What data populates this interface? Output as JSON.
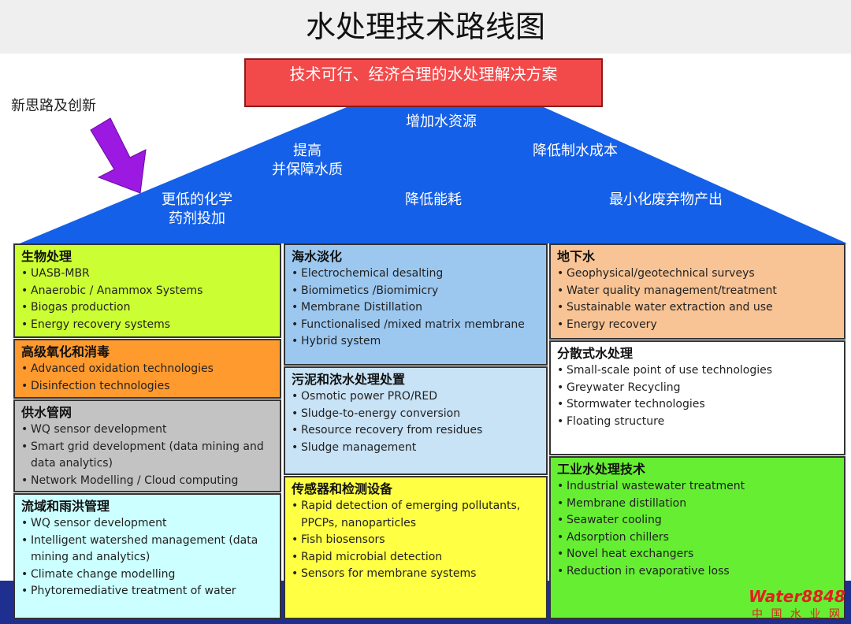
{
  "title": "水处理技术路线图",
  "goal": "技术可行、经济合理的水处理解决方案",
  "new_ideas": "新思路及创新",
  "roof": {
    "r1": "增加水资源",
    "r2a": "提高",
    "r2b": "并保障水质",
    "r3": "降低制水成本",
    "r4a": "更低的化学",
    "r4b": "药剂投加",
    "r5": "降低能耗",
    "r6": "最小化废弃物产出"
  },
  "boxes": [
    {
      "title": "生物处理",
      "items": [
        "UASB-MBR",
        "Anaerobic / Anammox Systems",
        "Biogas production",
        "Energy recovery systems"
      ],
      "color": "#ccff33"
    },
    {
      "title": "高级氧化和消毒",
      "items": [
        "Advanced oxidation  technologies",
        "Disinfection technologies"
      ],
      "color": "#ff9a2e"
    },
    {
      "title": "供水管网",
      "items": [
        "WQ sensor development",
        "Smart grid development (data mining and data analytics)",
        "Network Modelling / Cloud computing"
      ],
      "color": "#c3c3c3"
    },
    {
      "title": "流域和雨洪管理",
      "items": [
        "WQ sensor development",
        "Intelligent watershed management (data mining and analytics)",
        "Climate change modelling",
        "Phytoremediative treatment of water"
      ],
      "color": "#ccffff"
    },
    {
      "title": "海水淡化",
      "items": [
        "Electrochemical desalting",
        "Biomimetics /Biomimicry",
        "Membrane Distillation",
        "Functionalised /mixed matrix membrane",
        "Hybrid system"
      ],
      "color": "#9cc8f0"
    },
    {
      "title": "污泥和浓水处理处置",
      "items": [
        "Osmotic power PRO/RED",
        "Sludge-to-energy conversion",
        "Resource recovery from residues",
        "Sludge management"
      ],
      "color": "#c8e2f6"
    },
    {
      "title": "传感器和检测设备",
      "items": [
        "Rapid detection of emerging pollutants, PPCPs, nanoparticles",
        "Fish biosensors",
        "Rapid microbial detection",
        "Sensors for membrane  systems"
      ],
      "color": "#ffff44"
    },
    {
      "title": "地下水",
      "items": [
        "Geophysical/geotechnical  surveys",
        "Water quality management/treatment",
        "Sustainable water extraction and use",
        "Energy recovery"
      ],
      "color": "#f9c495"
    },
    {
      "title": "分散式水处理",
      "items": [
        "Small-scale point of use technologies",
        "Greywater Recycling",
        "Stormwater  technologies",
        "Floating structure"
      ],
      "color": "#ffffff"
    },
    {
      "title": "工业水处理技术",
      "items": [
        "Industrial wastewater treatment",
        "Membrane  distillation",
        "Seawater cooling",
        "Adsorption  chillers",
        "Novel heat exchangers",
        "Reduction in evaporative loss"
      ],
      "color": "#66ee33"
    }
  ],
  "watermark": {
    "brand": "Water8848",
    "sub": "中 国 水 业 网"
  }
}
